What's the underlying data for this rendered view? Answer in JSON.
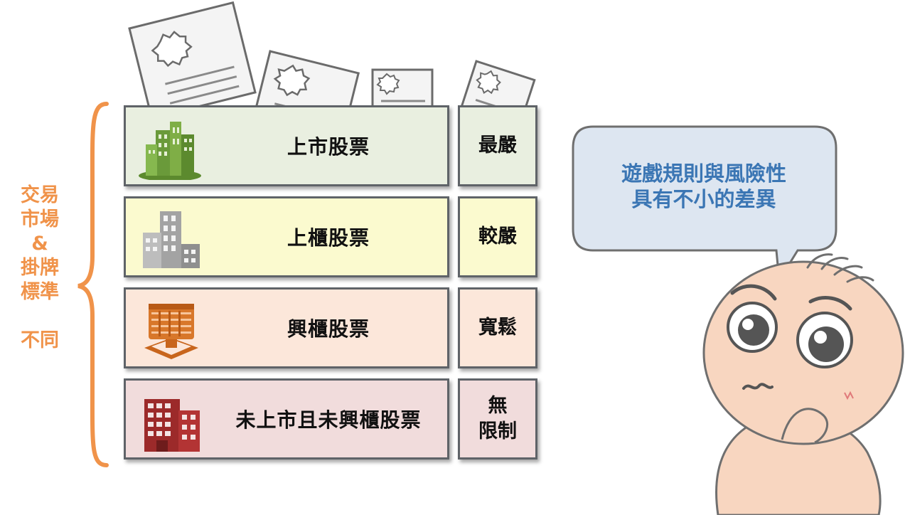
{
  "side_caption": {
    "line1": "交易",
    "line2": "市場",
    "line3": "&",
    "line4": "掛牌",
    "line5": "標準",
    "line6": "不同"
  },
  "tiers": [
    {
      "label": "上市股票",
      "rule": "最嚴",
      "fill": "#e9efe0",
      "icon": "green-skyscraper-icon",
      "icon_color": "#6a9a3a"
    },
    {
      "label": "上櫃股票",
      "rule": "較嚴",
      "fill": "#fbfacf",
      "icon": "gray-buildings-icon",
      "icon_color": "#9b9b9b"
    },
    {
      "label": "興櫃股票",
      "rule": "寬鬆",
      "fill": "#fce7da",
      "icon": "orange-building-icon",
      "icon_color": "#c8651c"
    },
    {
      "label": "未上市且未興櫃股票",
      "rule_line1": "無",
      "rule_line2": "限制",
      "fill": "#f1dcdc",
      "icon": "red-buildings-icon",
      "icon_color": "#9c2a2a"
    }
  ],
  "bubble": {
    "line1": "遊戲規則與風險性",
    "line2": "具有不小的差異",
    "fill": "#dde6f1"
  },
  "colors": {
    "accent_orange": "#f0934a",
    "bubble_text": "#3b76b4",
    "border": "#5f6368"
  }
}
